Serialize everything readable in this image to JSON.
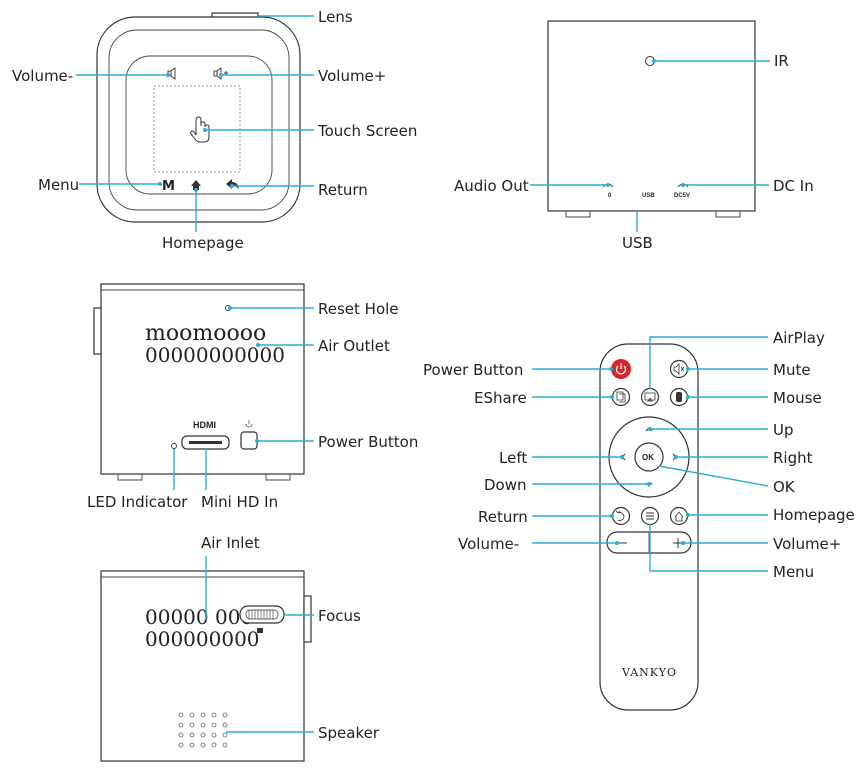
{
  "labels": {
    "lens": "Lens",
    "volume_minus_top": "Volume-",
    "volume_plus_top": "Volume+",
    "touch_screen": "Touch Screen",
    "menu_top": "Menu",
    "return_top": "Return",
    "homepage_top": "Homepage",
    "ir": "IR",
    "audio_out": "Audio Out",
    "dc_in": "DC In",
    "usb": "USB",
    "reset_hole": "Reset Hole",
    "air_outlet": "Air Outlet",
    "power_button_side": "Power Button",
    "led_indicator": "LED Indicator",
    "mini_hd_in": "Mini HD In",
    "air_inlet": "Air Inlet",
    "focus": "Focus",
    "speaker": "Speaker",
    "airplay": "AirPlay",
    "power_button_remote": "Power Button",
    "mute": "Mute",
    "eshare": "EShare",
    "mouse": "Mouse",
    "up": "Up",
    "left": "Left",
    "right": "Right",
    "down": "Down",
    "ok": "OK",
    "return_remote": "Return",
    "homepage_remote": "Homepage",
    "volume_minus_remote": "Volume-",
    "volume_plus_remote": "Volume+",
    "menu_remote": "Menu"
  },
  "device_text": {
    "menu_key": "M",
    "port_audio": "0",
    "port_usb": "USB",
    "port_dc": "DC5V",
    "hdmi": "HDMI",
    "vent_top": "moomoooo",
    "vent_bottom": "00000000000",
    "inlet_row1": "00000 000",
    "inlet_row2": "000000000",
    "ok_key": "OK",
    "brand": "VANKYO"
  },
  "colors": {
    "leader": "#2aaed6",
    "power_key": "#d9232a"
  }
}
